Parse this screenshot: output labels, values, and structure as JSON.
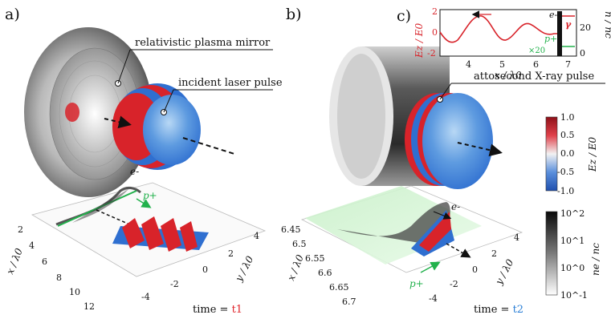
{
  "panels": {
    "a": {
      "label": "a)",
      "annotations": {
        "mirror": "relativistic plasma mirror",
        "pulse": "incident laser pulse",
        "electron": "e-",
        "proton": "p+"
      },
      "axes": {
        "x_label": "x / λ0",
        "y_label": "y / λ0",
        "x_ticks": [
          "2",
          "4",
          "6",
          "8",
          "10",
          "12"
        ],
        "y_ticks": [
          "4",
          "2",
          "0",
          "-2",
          "-4"
        ]
      },
      "time": {
        "prefix": "time = ",
        "value": "t1",
        "color": "#e0252b"
      }
    },
    "b": {
      "label": "b)",
      "annotations": {
        "pulse": "attosecond X-ray pulse",
        "electron": "e-",
        "proton": "p+"
      },
      "axes": {
        "x_label": "x / λ0",
        "y_label": "y / λ0",
        "x_ticks": [
          "6.45",
          "6.5",
          "6.55",
          "6.6",
          "6.65",
          "6.7"
        ],
        "y_ticks": [
          "4",
          "2",
          "0",
          "-2",
          "-4"
        ]
      },
      "time": {
        "prefix": "time = ",
        "value": "t2",
        "color": "#2a7fd6"
      }
    },
    "c": {
      "label": "c)",
      "x_label": "x / λ0",
      "y_left_label": "Ez / E0",
      "y_right_label": "n / nc",
      "x_ticks": [
        "4",
        "5",
        "6",
        "7"
      ],
      "y_left_ticks": [
        "2",
        "0",
        "-2"
      ],
      "y_right_ticks": [
        "20",
        "0"
      ],
      "annotations": {
        "electron": "e-",
        "proton": "p+",
        "scale": "×20",
        "gamma": "γ"
      }
    }
  },
  "colorbars": {
    "field": {
      "label": "Ez / E0",
      "ticks": [
        "1.0",
        "0.5",
        "0.0",
        "-0.5",
        "-1.0"
      ]
    },
    "density": {
      "label": "ne / nc",
      "ticks": [
        "10^2",
        "10^1",
        "10^0",
        "10^-1"
      ]
    }
  },
  "colors": {
    "red": "#d8232a",
    "blue": "#2f6fd0",
    "green": "#22b14c",
    "black": "#111111"
  }
}
